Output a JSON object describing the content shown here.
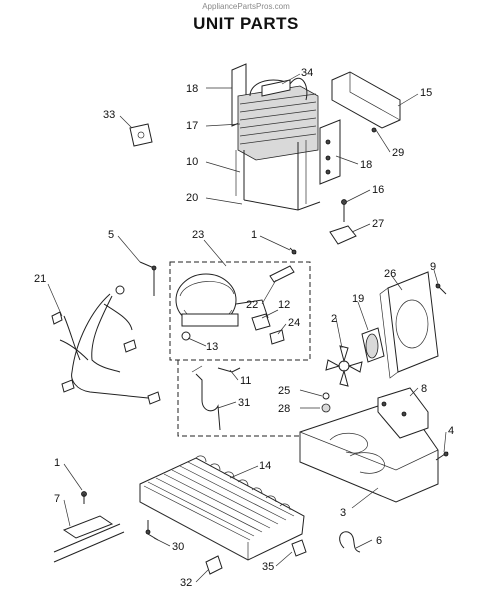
{
  "header": {
    "watermark": "AppliancePartsPros.com",
    "title": "UNIT PARTS"
  },
  "callouts": [
    {
      "id": "c18a",
      "label": "18"
    },
    {
      "id": "c34",
      "label": "34"
    },
    {
      "id": "c15",
      "label": "15"
    },
    {
      "id": "c33",
      "label": "33"
    },
    {
      "id": "c17",
      "label": "17"
    },
    {
      "id": "c29",
      "label": "29"
    },
    {
      "id": "c18b",
      "label": "18"
    },
    {
      "id": "c10",
      "label": "10"
    },
    {
      "id": "c16",
      "label": "16"
    },
    {
      "id": "c20",
      "label": "20"
    },
    {
      "id": "c27",
      "label": "27"
    },
    {
      "id": "c5",
      "label": "5"
    },
    {
      "id": "c23",
      "label": "23"
    },
    {
      "id": "c1a",
      "label": "1"
    },
    {
      "id": "c9",
      "label": "9"
    },
    {
      "id": "c26",
      "label": "26"
    },
    {
      "id": "c21",
      "label": "21"
    },
    {
      "id": "c22",
      "label": "22"
    },
    {
      "id": "c12",
      "label": "12"
    },
    {
      "id": "c19",
      "label": "19"
    },
    {
      "id": "c2",
      "label": "2"
    },
    {
      "id": "c24",
      "label": "24"
    },
    {
      "id": "c13",
      "label": "13"
    },
    {
      "id": "c11",
      "label": "11"
    },
    {
      "id": "c8",
      "label": "8"
    },
    {
      "id": "c25",
      "label": "25"
    },
    {
      "id": "c28",
      "label": "28"
    },
    {
      "id": "c31",
      "label": "31"
    },
    {
      "id": "c4",
      "label": "4"
    },
    {
      "id": "c1b",
      "label": "1"
    },
    {
      "id": "c14",
      "label": "14"
    },
    {
      "id": "c7",
      "label": "7"
    },
    {
      "id": "c3",
      "label": "3"
    },
    {
      "id": "c6",
      "label": "6"
    },
    {
      "id": "c30",
      "label": "30"
    },
    {
      "id": "c32",
      "label": "32"
    },
    {
      "id": "c35",
      "label": "35"
    }
  ]
}
